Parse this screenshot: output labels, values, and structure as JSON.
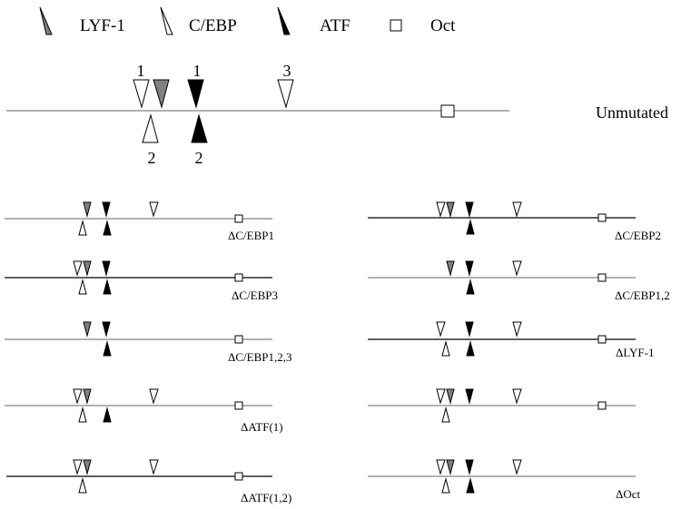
{
  "legend": {
    "lyf": "LYF-1",
    "cebp": "C/EBP",
    "atf": "ATF",
    "oct": "Oct"
  },
  "colors": {
    "lyf": "#808080",
    "cebp": "#ffffff",
    "atf": "#000000",
    "oct": "#ffffff",
    "line_gray": "#999999",
    "line_black": "#000000"
  },
  "main": {
    "label": "Unmutated",
    "numbers": {
      "cebp1": "1",
      "atf1": "1",
      "cebp3": "3",
      "cebp2": "2",
      "atf2": "2"
    }
  },
  "constructs": [
    {
      "label": "ΔC/EBP1"
    },
    {
      "label": "ΔC/EBP2"
    },
    {
      "label": "ΔC/EBP3"
    },
    {
      "label": "ΔC/EBP1,2"
    },
    {
      "label": "ΔC/EBP1,2,3"
    },
    {
      "label": "ΔLYF-1"
    },
    {
      "label": "ΔATF(1)"
    },
    {
      "label": ""
    },
    {
      "label": "ΔATF(1,2)"
    },
    {
      "label": "ΔOct"
    }
  ]
}
